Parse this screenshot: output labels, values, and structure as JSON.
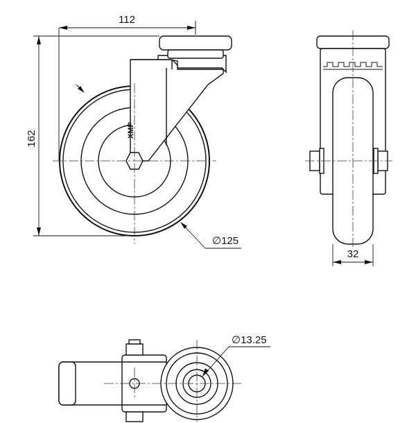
{
  "dimensions": {
    "width": "112",
    "height": "162",
    "wheel_diameter": "∅125",
    "tread_width": "32",
    "bolt_hole": "∅13.25"
  },
  "logo_text": "XMP"
}
